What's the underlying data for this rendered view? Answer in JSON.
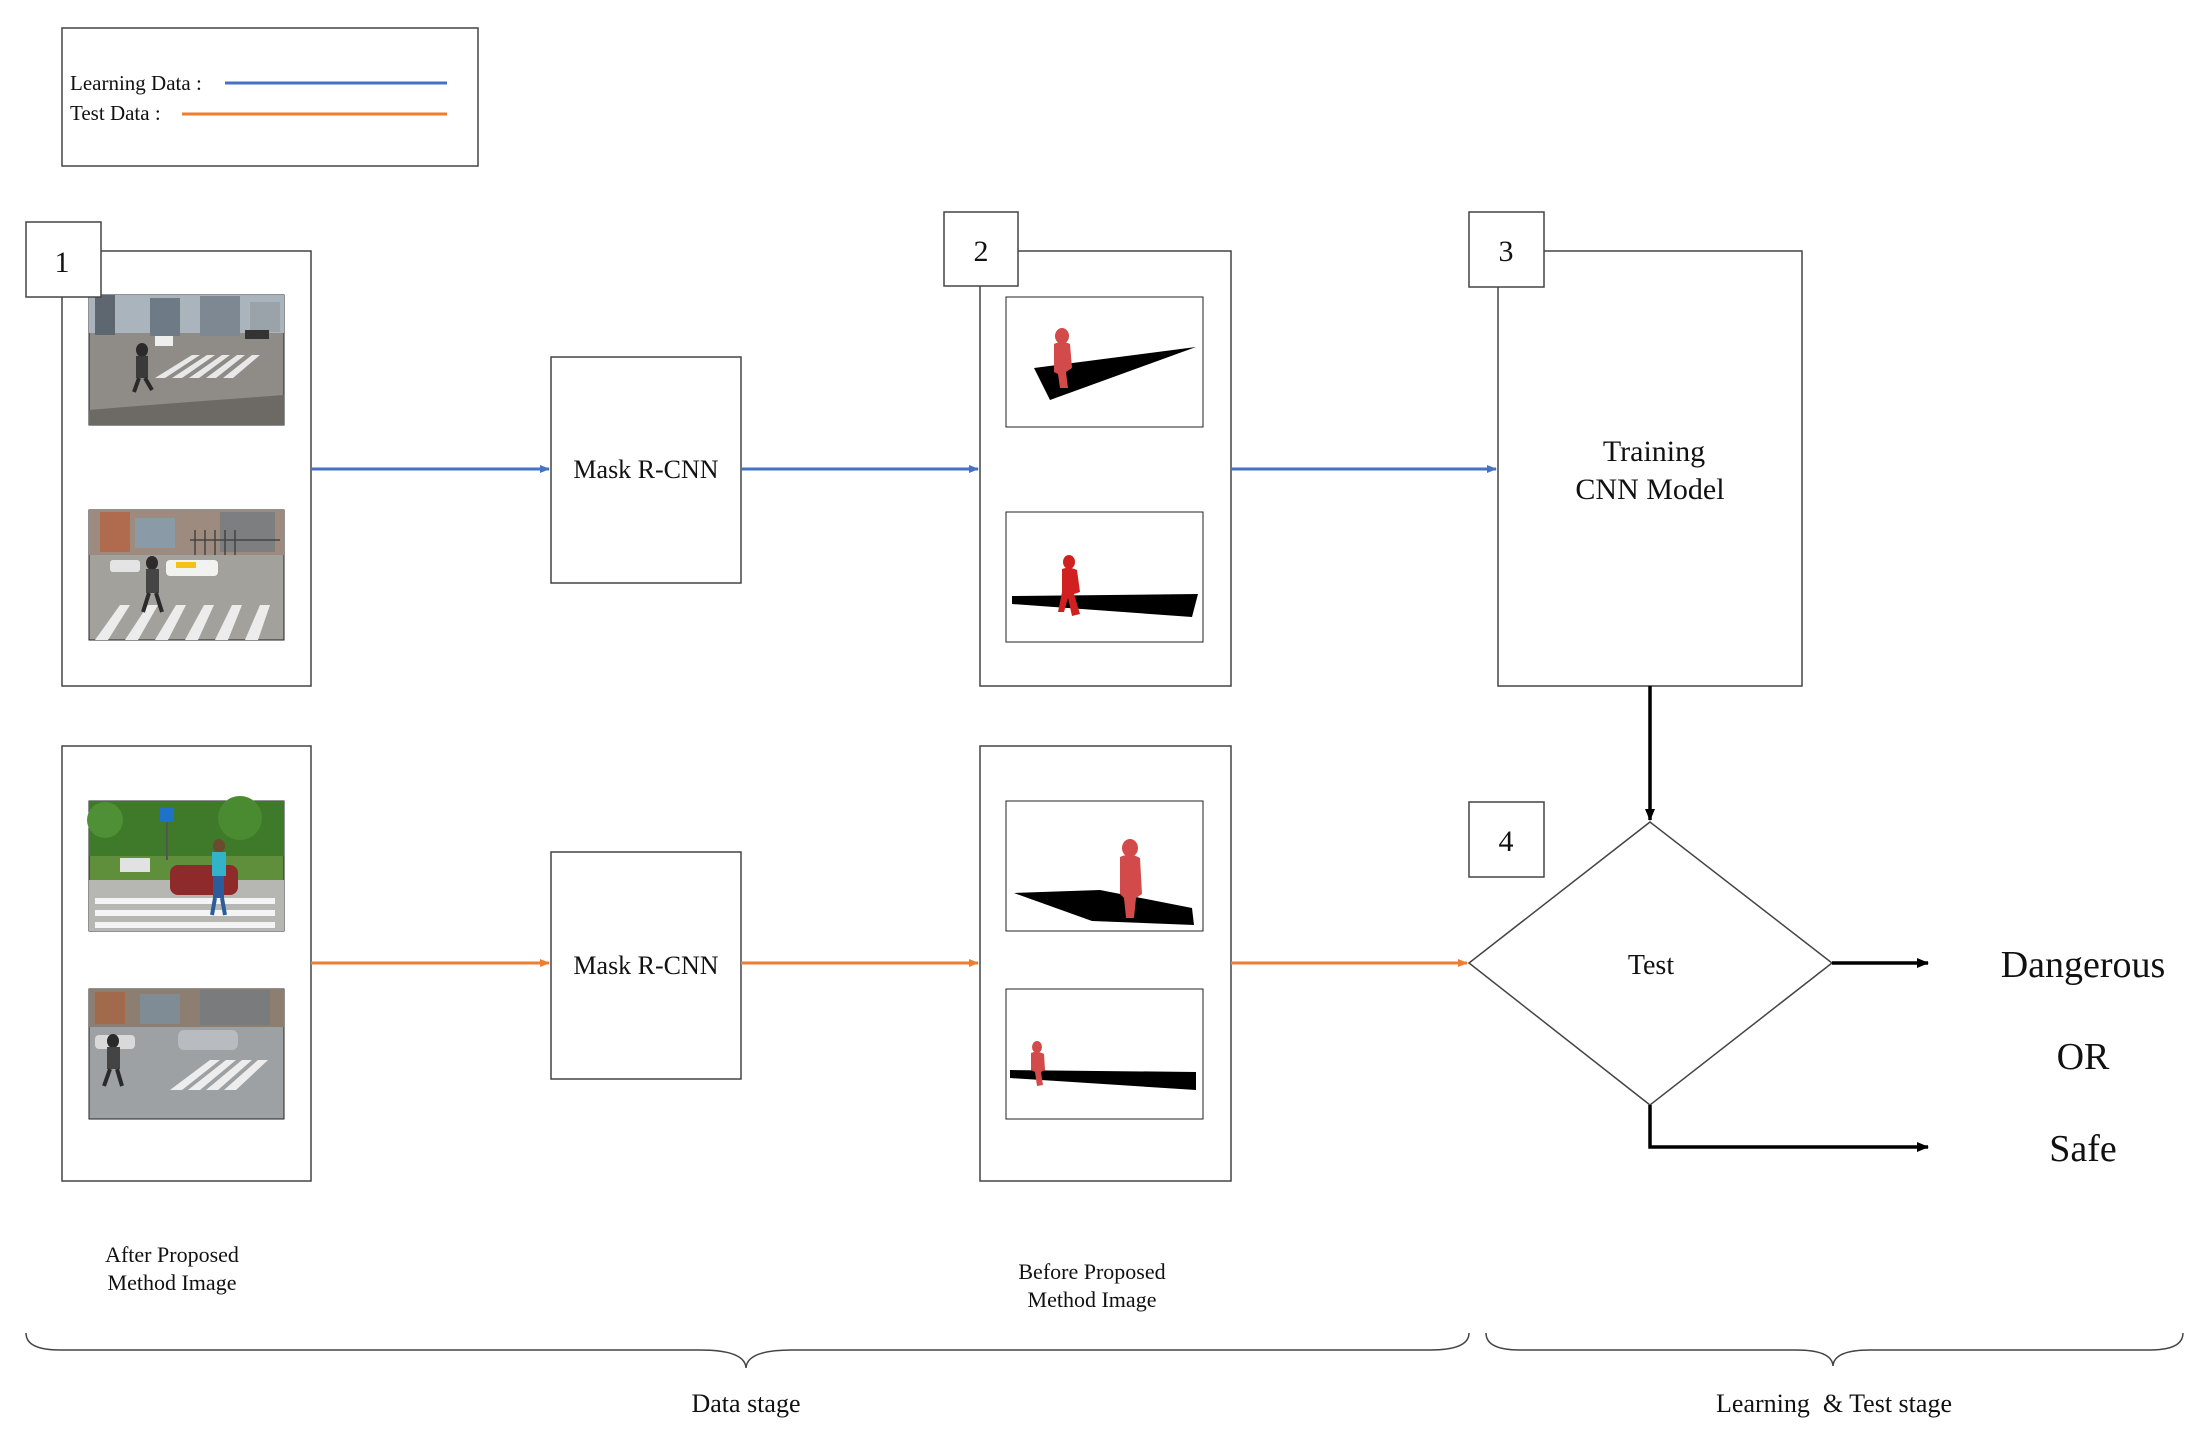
{
  "legend": {
    "learning_label": "Learning Data :",
    "test_label": "Test Data :"
  },
  "steps": {
    "s1": "1",
    "s2": "2",
    "s3": "3",
    "s4": "4"
  },
  "processors": {
    "top": "Mask R-CNN",
    "bottom": "Mask R-CNN"
  },
  "training": {
    "line1": "Training",
    "line2": "CNN Model"
  },
  "test_label": "Test",
  "outcomes": {
    "dangerous": "Dangerous",
    "or": "OR",
    "safe": "Safe"
  },
  "captions": {
    "after_line1": "After Proposed",
    "after_line2": "Method Image",
    "before_line1": "Before Proposed",
    "before_line2": "Method Image"
  },
  "stages": {
    "data": "Data stage",
    "learning_test": "Learning  & Test stage"
  },
  "colors": {
    "learning": "#4472C4",
    "test": "#ED7D31",
    "box": "#444444"
  }
}
